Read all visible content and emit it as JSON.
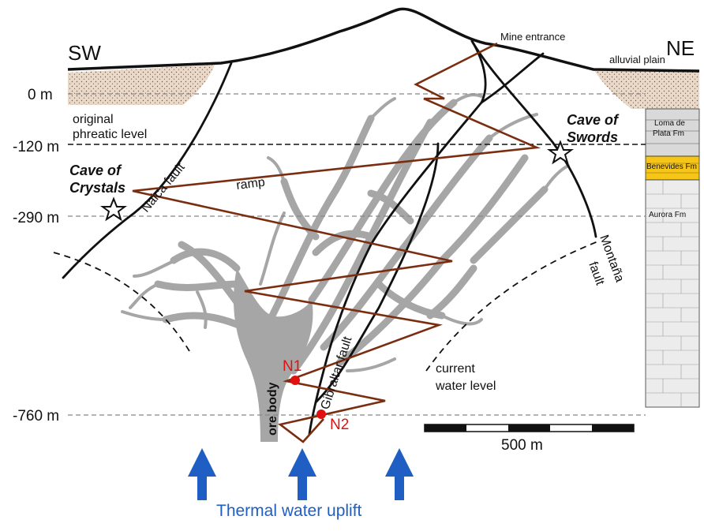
{
  "labels": {
    "sw": "SW",
    "ne": "NE",
    "mine_entrance": "Mine entrance",
    "alluvial_plain": "alluvial plain",
    "phreatic_line1": "original",
    "phreatic_line2": "phreatic level",
    "cave_crystals_line1": "Cave of",
    "cave_crystals_line2": "Crystals",
    "cave_swords_line1": "Cave of",
    "cave_swords_line2": "Swords",
    "naica_fault": "Naica fault",
    "ramp": "ramp",
    "montana_fault_line1": "Montaña",
    "montana_fault_line2": "fault",
    "gibraltar_fault": "Gibraltar fault",
    "current_water_line1": "current",
    "current_water_line2": "water level",
    "ore_body": "ore body",
    "n1": "N1",
    "n2": "N2",
    "scale": "500 m",
    "thermal": "Thermal water uplift"
  },
  "depth_levels": [
    {
      "label": "0 m",
      "depth": 0
    },
    {
      "label": "-120 m",
      "depth": -120
    },
    {
      "label": "-290 m",
      "depth": -290
    },
    {
      "label": "-760 m",
      "depth": -760
    }
  ],
  "strat_column": [
    {
      "label": "Loma de",
      "label2": "Plata Fm",
      "color": "#d9d9d9"
    },
    {
      "label": "Benevides Fm",
      "label2": "",
      "color": "#f5c518"
    },
    {
      "label": "Aurora Fm",
      "label2": "",
      "color": "#ececec"
    }
  ],
  "colors": {
    "ramp": "#7a2d0f",
    "ore": "#a6a6a6",
    "sediment": "#ead8c9",
    "arrow": "#1f5fc4",
    "sample": "#e11111"
  }
}
